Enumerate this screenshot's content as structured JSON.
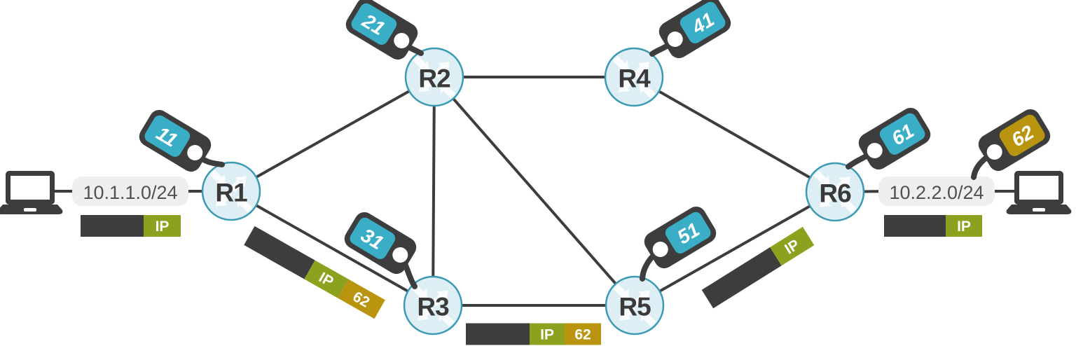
{
  "colors": {
    "dark": "#3d3d3d",
    "teal": "#39aec6",
    "olive_ip": "#8ca21f",
    "gold_label": "#b9940e",
    "router_fill": "#ddeef4",
    "router_stroke": "#3a9ab4",
    "pill_bg": "#efefef",
    "pill_text": "#515151",
    "white": "#ffffff"
  },
  "routers": [
    {
      "name": "R1"
    },
    {
      "name": "R2"
    },
    {
      "name": "R3"
    },
    {
      "name": "R4"
    },
    {
      "name": "R5"
    },
    {
      "name": "R6"
    }
  ],
  "subnets": {
    "left": {
      "cidr": "10.1.1.0/24"
    },
    "right": {
      "cidr": "10.2.2.0/24"
    }
  },
  "tags": {
    "t11": {
      "value": "11",
      "color": "teal",
      "attached_to": "R1"
    },
    "t21": {
      "value": "21",
      "color": "teal",
      "attached_to": "R2"
    },
    "t31": {
      "value": "31",
      "color": "teal",
      "attached_to": "R3"
    },
    "t41": {
      "value": "41",
      "color": "teal",
      "attached_to": "R4"
    },
    "t51": {
      "value": "51",
      "color": "teal",
      "attached_to": "R5"
    },
    "t61": {
      "value": "61",
      "color": "teal",
      "attached_to": "R6"
    },
    "t62": {
      "value": "62",
      "color": "gold",
      "attached_to": "host-right"
    }
  },
  "packets": {
    "lan_left": {
      "ip": "IP"
    },
    "r1_r3": {
      "ip": "IP",
      "label": "62"
    },
    "r3_r5": {
      "ip": "IP",
      "label": "62"
    },
    "r5_r6": {
      "ip": "IP"
    },
    "lan_right": {
      "ip": "IP"
    }
  },
  "links": [
    {
      "from": "host-left",
      "to": "R1"
    },
    {
      "from": "R1",
      "to": "R2"
    },
    {
      "from": "R1",
      "to": "R3"
    },
    {
      "from": "R2",
      "to": "R3"
    },
    {
      "from": "R2",
      "to": "R4"
    },
    {
      "from": "R2",
      "to": "R5"
    },
    {
      "from": "R3",
      "to": "R5"
    },
    {
      "from": "R4",
      "to": "R6"
    },
    {
      "from": "R5",
      "to": "R6"
    },
    {
      "from": "R6",
      "to": "host-right"
    }
  ]
}
